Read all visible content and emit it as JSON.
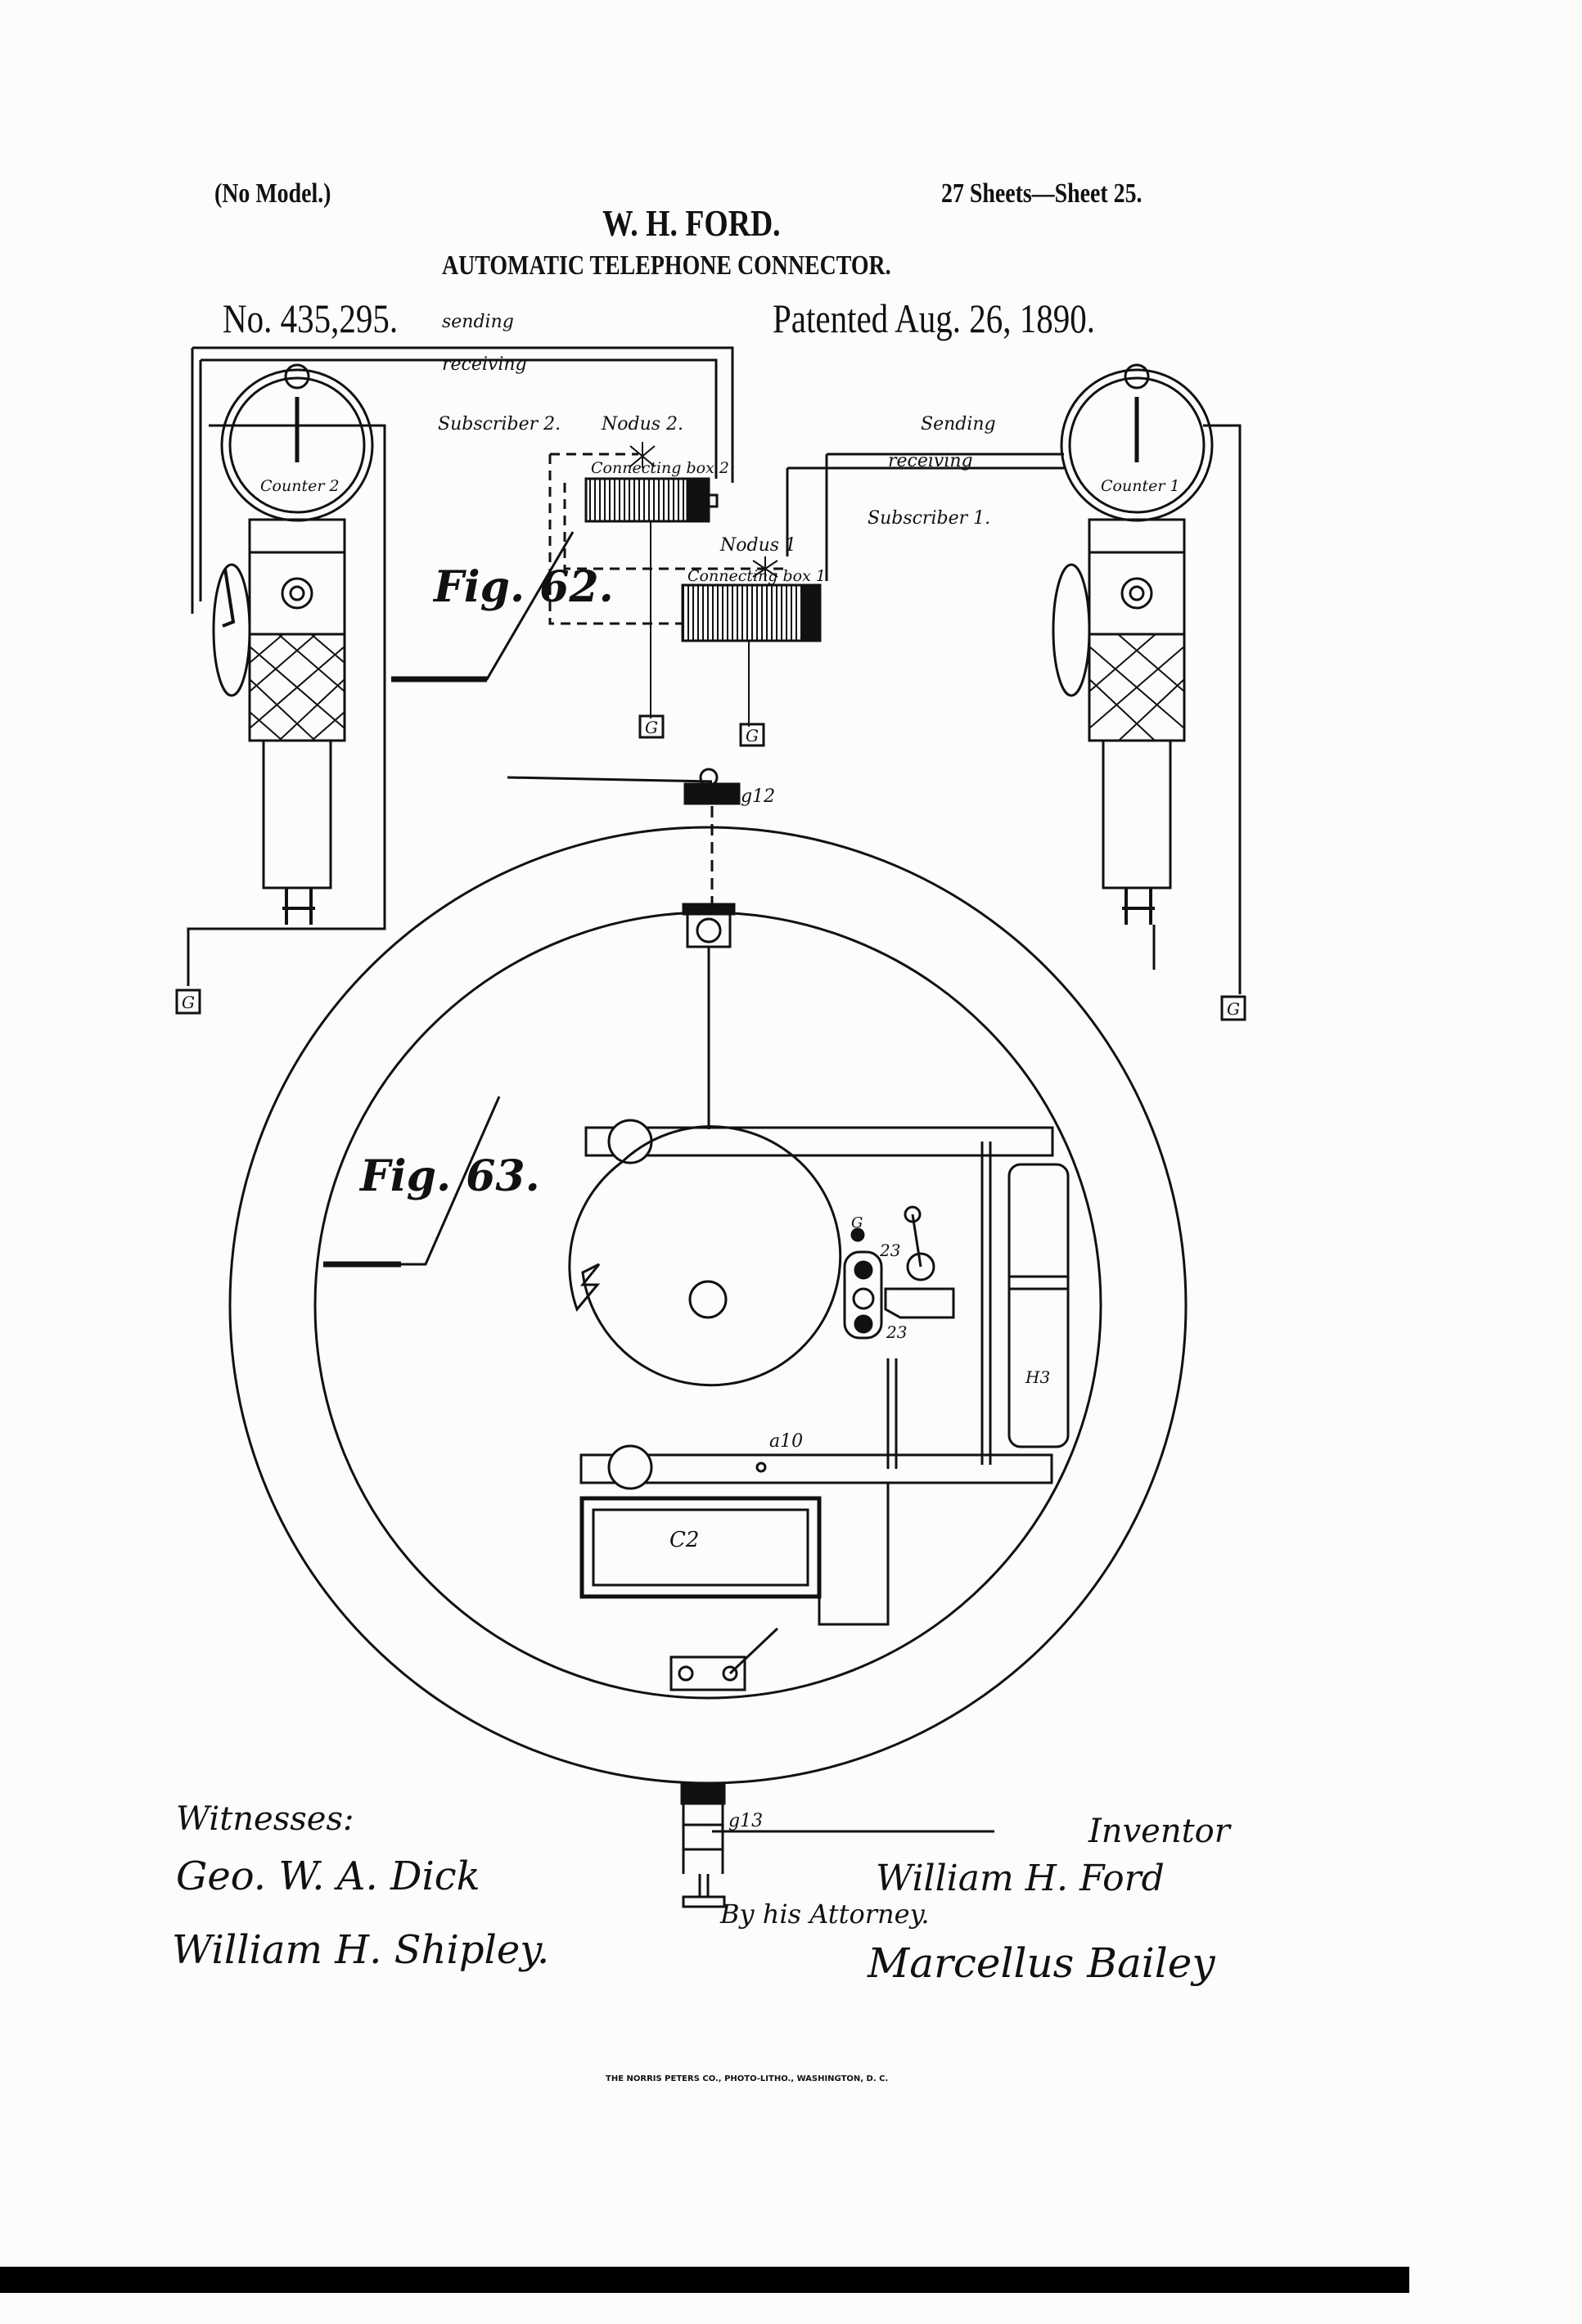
{
  "header": {
    "no_model": "(No Model.)",
    "sheets": "27 Sheets—Sheet 25.",
    "inventor_name": "W. H. FORD.",
    "title": "AUTOMATIC TELEPHONE CONNECTOR.",
    "patent_no": "No. 435,295.",
    "patented": "Patented Aug. 26, 1890."
  },
  "figure62": {
    "label": "Fig. 62.",
    "sending_left": "sending",
    "receiving_left": "receiving",
    "subscriber2": "Subscriber 2.",
    "nodus2": "Nodus 2.",
    "connecting_box2": "Connecting box 2",
    "counter2": "Counter 2",
    "sending_right": "Sending",
    "receiving_right": "receiving",
    "subscriber1": "Subscriber 1.",
    "nodus1": "Nodus 1",
    "connecting_box1": "Connecting box 1",
    "counter1": "Counter 1",
    "ground": "G"
  },
  "figure63": {
    "label": "Fig. 63.",
    "g12": "g12",
    "g13": "g13",
    "a10": "a10",
    "n23": "23",
    "h3": "H3",
    "c2": "C2",
    "ground": "G"
  },
  "signatures": {
    "witnesses_label": "Witnesses:",
    "witness1": "Geo. W. A. Dick",
    "witness2": "William H. Shipley.",
    "inventor_label": "Inventor",
    "inventor_signature": "William H. Ford",
    "by_attorney": "By his Attorney.",
    "attorney_signature": "Marcellus Bailey"
  },
  "footer": {
    "printer": "THE NORRIS PETERS CO., PHOTO-LITHO., WASHINGTON, D. C."
  }
}
